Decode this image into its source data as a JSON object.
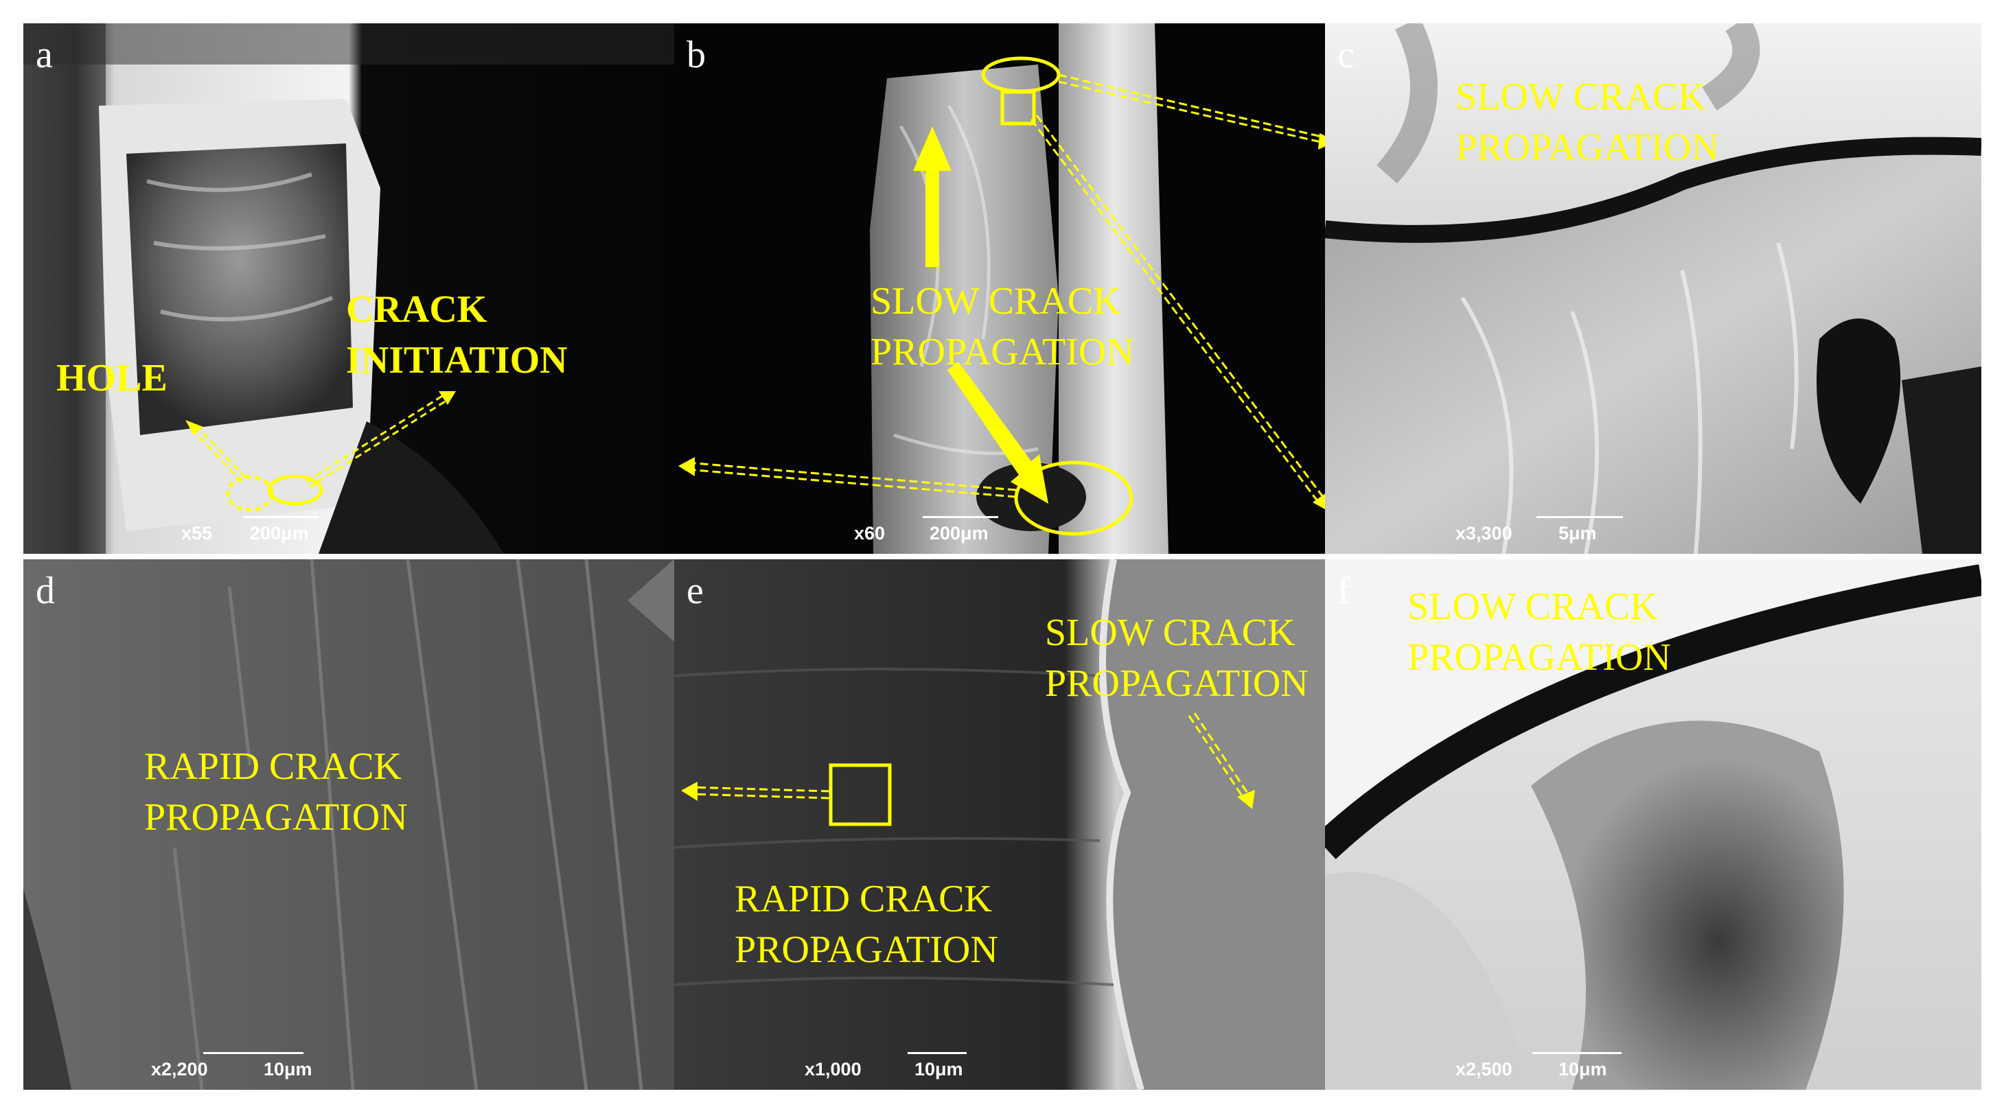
{
  "colors": {
    "annotation": "#ffff00",
    "panel_letter": "#ffffff",
    "scale_text": "#ffffff"
  },
  "panels": {
    "a": {
      "letter": "a",
      "labels": {
        "hole": "HOLE",
        "crack_initiation": "CRACK\nINITIATION"
      },
      "scale": {
        "mag": "x55",
        "length": "200μm"
      }
    },
    "b": {
      "letter": "b",
      "labels": {
        "slow": "SLOW CRACK\nPROPAGATION"
      },
      "scale": {
        "mag": "x60",
        "length": "200μm"
      }
    },
    "c": {
      "letter": "c",
      "labels": {
        "slow": "SLOW CRACK\nPROPAGATION"
      },
      "scale": {
        "mag": "x3,300",
        "length": "5μm"
      }
    },
    "d": {
      "letter": "d",
      "labels": {
        "rapid": "RAPID CRACK\nPROPAGATION"
      },
      "scale": {
        "mag": "x2,200",
        "length": "10μm"
      }
    },
    "e": {
      "letter": "e",
      "labels": {
        "slow": "SLOW CRACK\nPROPAGATION",
        "rapid": "RAPID CRACK\nPROPAGATION"
      },
      "scale": {
        "mag": "x1,000",
        "length": "10μm"
      }
    },
    "f": {
      "letter": "f",
      "labels": {
        "slow": "SLOW CRACK\nPROPAGATION"
      },
      "scale": {
        "mag": "x2,500",
        "length": "10μm"
      }
    }
  }
}
